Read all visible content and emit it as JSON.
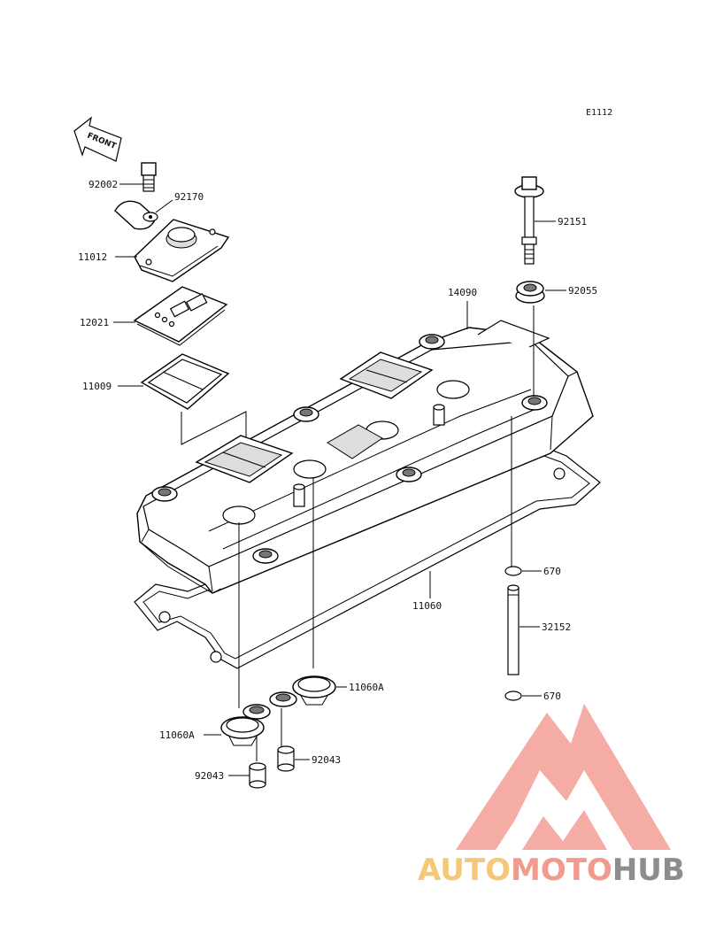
{
  "diagram": {
    "reference_code": "E1112",
    "front_label": "FRONT",
    "parts": [
      {
        "id": "p92002",
        "number": "92002"
      },
      {
        "id": "p92170",
        "number": "92170"
      },
      {
        "id": "p11012",
        "number": "11012"
      },
      {
        "id": "p12021",
        "number": "12021"
      },
      {
        "id": "p11009",
        "number": "11009"
      },
      {
        "id": "p14090",
        "number": "14090"
      },
      {
        "id": "p92151",
        "number": "92151"
      },
      {
        "id": "p92055",
        "number": "92055"
      },
      {
        "id": "p670a",
        "number": "670"
      },
      {
        "id": "p11060",
        "number": "11060"
      },
      {
        "id": "p32152",
        "number": "32152"
      },
      {
        "id": "p670b",
        "number": "670"
      },
      {
        "id": "p11060Ar",
        "number": "11060A"
      },
      {
        "id": "p11060Al",
        "number": "11060A"
      },
      {
        "id": "p92043r",
        "number": "92043"
      },
      {
        "id": "p92043l",
        "number": "92043"
      }
    ]
  },
  "watermark": {
    "brand_parts": [
      "AUTO",
      "MOTO",
      "HUB"
    ],
    "colors": {
      "auto": "#f5c878",
      "moto": "#f39a8e",
      "hub": "#8d8d8d",
      "triangle": "#f4a39a"
    }
  }
}
